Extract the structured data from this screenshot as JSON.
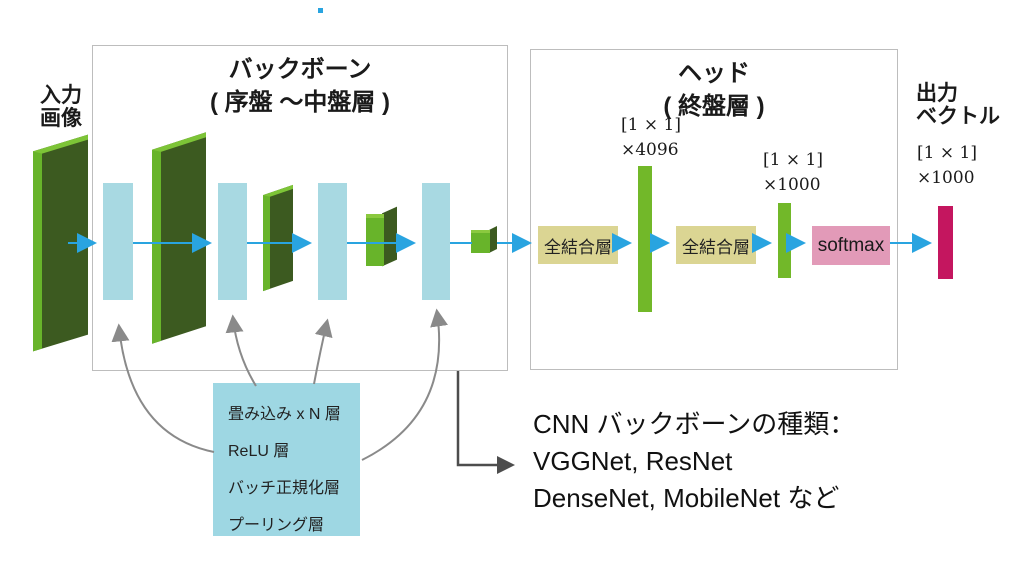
{
  "diagram": {
    "backbone": {
      "title_line1": "バックボーン",
      "title_line2": "( 序盤 〜中盤層 )"
    },
    "head": {
      "title_line1": "ヘッド",
      "title_line2": "( 終盤層 )",
      "fc1_label": "全結合層",
      "fc2_label": "全結合層",
      "softmax_label": "softmax",
      "bar1_dim_line1": "[1 × 1]",
      "bar1_dim_line2": "×4096",
      "bar2_dim_line1": "[1 × 1]",
      "bar2_dim_line2": "×1000"
    },
    "input": {
      "label_line1": "入力",
      "label_line2": "画像"
    },
    "output": {
      "label_line1": "出力",
      "label_line2": "ベクトル",
      "dim_line1": "[1 × 1]",
      "dim_line2": "×1000"
    },
    "callout": {
      "lines": [
        "畳み込み x N 層",
        "ReLU 層",
        "バッチ正規化層",
        "プーリング層"
      ]
    },
    "note": {
      "line1": "CNN バックボーンの種類：",
      "line2": "VGGNet, ResNet",
      "line3": "DenseNet, MobileNet など"
    },
    "colors": {
      "bright_green": "#68b42a",
      "dark_green": "#3c5a20",
      "flat_bar_green": "#72b829",
      "pool_blue": "#a8d9e2",
      "callout_blue": "#9ed7e3",
      "arrow_blue": "#29a4e0",
      "fc_khaki": "#dbd593",
      "softmax_pink": "#e29ab8",
      "output_crimson": "#c4165f",
      "gray_arrow": "#8a8a8a",
      "elbow_arrow": "#4d4d4d"
    }
  }
}
